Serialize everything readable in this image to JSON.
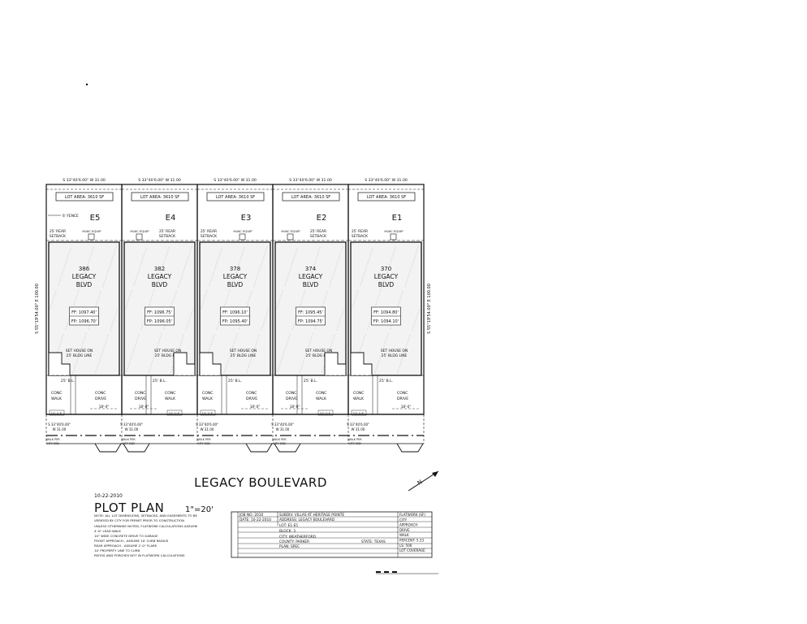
{
  "street_name": "LEGACY BOULEVARD",
  "plan_title": "PLOT PLAN",
  "scale": "1\"=20'",
  "date": "10-22-2010",
  "notes": [
    "NOTE: ALL LOT DIMENSIONS, SETBACKS, AND EASEMENTS TO BE",
    "VERIFIED BY CITY FOR PERMIT PRIOR TO CONSTRUCTION",
    "UNLESS OTHERWISE NOTED, FLATWORK CALCULATIONS ASSUME",
    "4'-0\" LEAD WALK",
    "10\" WIDE CONCRETE DRIVE TO GARAGE",
    "FRONT APPROACH - ASSUME 10' CURB RADIUS",
    "REAR APPROACH - ASSUME 2'-0\" FLARE",
    "10' PROPERTY LINE TO CURB",
    "PATIOS AND PORCHES NOT IN FLATWORK CALCULATIONS"
  ],
  "top_bearing": "S 33°40'6.00\" W 31.00",
  "side_bearing": "S 55°19'54.00\" E 100.00",
  "lots": [
    {
      "id": "E5",
      "area": "LOT AREA- 3610 SF",
      "address_no": "386",
      "street1": "LEGACY",
      "street2": "BLVD",
      "ff": "FF: 1097.40'",
      "fp": "FP: 1096.70'",
      "fence": "6' FENCE",
      "hvac": "HVAC EQUIP"
    },
    {
      "id": "E4",
      "area": "LOT AREA- 3610 SF",
      "address_no": "382",
      "street1": "LEGACY",
      "street2": "BLVD",
      "ff": "FF: 1096.75'",
      "fp": "FP: 1096.05'",
      "fence": "",
      "hvac": "HVAC EQUIP"
    },
    {
      "id": "E3",
      "area": "LOT AREA- 3610 SF",
      "address_no": "378",
      "street1": "LEGACY",
      "street2": "BLVD",
      "ff": "FF: 1096.10'",
      "fp": "FP: 1095.40'",
      "fence": "",
      "hvac": "HVAC EQUIP"
    },
    {
      "id": "E2",
      "area": "LOT AREA- 3610 SF",
      "address_no": "374",
      "street1": "LEGACY",
      "street2": "BLVD",
      "ff": "FF: 1095.45'",
      "fp": "FP: 1094.75'",
      "fence": "",
      "hvac": "HVAC EQUIP"
    },
    {
      "id": "E1",
      "area": "LOT AREA- 3610 SF",
      "address_no": "370",
      "street1": "LEGACY",
      "street2": "BLVD",
      "ff": "FF: 1094.80'",
      "fp": "FP: 1094.10'",
      "fence": "",
      "hvac": "HVAC EQUIP"
    }
  ],
  "labels": {
    "rear_setback": "25' REAR SETBACK",
    "set_house": "SET HOUSE ON",
    "bldg_line": "25' BLDG LINE",
    "bl": "25' B.L.",
    "conc_walk": "CONC WALK",
    "conc_drive": "CONC DRIVE",
    "ue": "10' U.E.",
    "drive_width": "18'-0\"",
    "walk_per_city": "WALK PER CITY ESD"
  },
  "title_block": {
    "job_no": "JOB NO: 2010",
    "date": "DATE: 10-22-2010",
    "subdivision": "SUBDIV: VILLAS AT HERITAGE POINTE",
    "address": "ADDRESS: LEGACY BOULEVARD",
    "lot": "LOT: E1-E5",
    "block": "BLOCK: 3",
    "city": "CITY: WEATHERFORD",
    "county": "COUNTY: PARKER",
    "state": "STATE: TEXAS",
    "plan_spec": "PLAN: SPEC",
    "flatwork": [
      "FLATWORK (SF)",
      "CITY",
      "APPROACH",
      "DRIVE",
      "WALK",
      "PERCENT: 5.23",
      "LS: 500",
      "LOT COVERAGE"
    ]
  }
}
